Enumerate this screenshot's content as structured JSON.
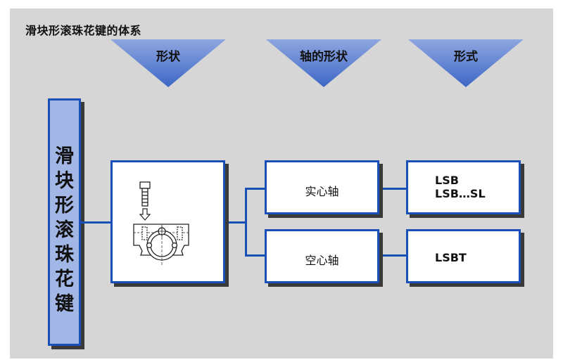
{
  "title": "滑块形滚珠花键的体系",
  "header": [
    {
      "label": "形状"
    },
    {
      "label": "轴的形状"
    },
    {
      "label": "形式"
    }
  ],
  "product_category": "滑块形滚珠花键",
  "shafts": [
    {
      "label": "实心轴"
    },
    {
      "label": "空心轴"
    }
  ],
  "models": [
    {
      "line1": "LSB",
      "line2": "LSB…SL"
    },
    {
      "line1": "LSBT",
      "line2": ""
    }
  ],
  "colors": {
    "background": "#d6d6d6",
    "accent": "#1b4fb8",
    "triangle_fill": "#6f8fd6",
    "category_fill": "#a3b7e6"
  },
  "icons": [
    "bolt-icon",
    "arrow-down-icon",
    "spline-nut-icon"
  ]
}
